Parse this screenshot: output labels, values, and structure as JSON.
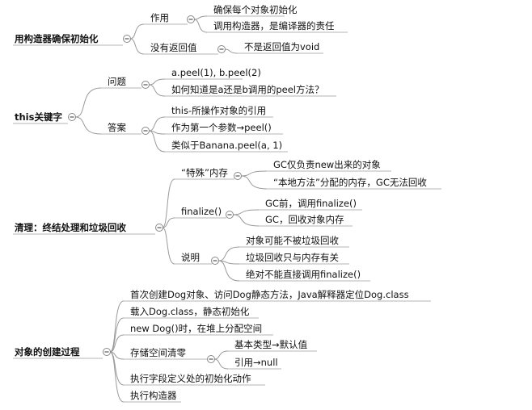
{
  "toggle_symbol": "minus",
  "colors": {
    "connector": "#9a9a9a",
    "underline": "#b4b4b4",
    "text": "#111111",
    "background": "#ffffff"
  },
  "mindmap": {
    "topics": [
      {
        "label": "用构造器确保初始化",
        "children": [
          {
            "label": "作用",
            "children": [
              {
                "label": "确保每个对象初始化"
              },
              {
                "label": "调用构造器，是编译器的责任"
              }
            ]
          },
          {
            "label": "没有返回值",
            "children": [
              {
                "label": "不是返回值为void"
              }
            ]
          }
        ]
      },
      {
        "label": "this关键字",
        "children": [
          {
            "label": "问题",
            "children": [
              {
                "label": "a.peel(1), b.peel(2)"
              },
              {
                "label": "如何知道是a还是b调用的peel方法？"
              }
            ]
          },
          {
            "label": "答案",
            "children": [
              {
                "label": "this-所操作对象的引用"
              },
              {
                "label": "作为第一个参数→peel()"
              },
              {
                "label": "类似于Banana.peel(a, 1)"
              }
            ]
          }
        ]
      },
      {
        "label": "清理：终结处理和垃圾回收",
        "children": [
          {
            "label": "“特殊”内存",
            "children": [
              {
                "label": "GC仅负责new出来的对象"
              },
              {
                "label": "“本地方法”分配的内存，GC无法回收"
              }
            ]
          },
          {
            "label": "finalize()",
            "children": [
              {
                "label": "GC前，调用finalize()"
              },
              {
                "label": "GC，回收对象内存"
              }
            ]
          },
          {
            "label": "说明",
            "children": [
              {
                "label": "对象可能不被垃圾回收"
              },
              {
                "label": "垃圾回收只与内存有关"
              },
              {
                "label": "绝对不能直接调用finalize()"
              }
            ]
          }
        ]
      },
      {
        "label": "对象的创建过程",
        "children": [
          {
            "label": "首次创建Dog对象、访问Dog静态方法，Java解释器定位Dog.class"
          },
          {
            "label": "载入Dog.class，静态初始化"
          },
          {
            "label": "new Dog()时，在堆上分配空间"
          },
          {
            "label": "存储空间清零",
            "children": [
              {
                "label": "基本类型→默认值"
              },
              {
                "label": "引用→null"
              }
            ]
          },
          {
            "label": "执行字段定义处的初始化动作"
          },
          {
            "label": "执行构造器"
          }
        ]
      }
    ]
  }
}
